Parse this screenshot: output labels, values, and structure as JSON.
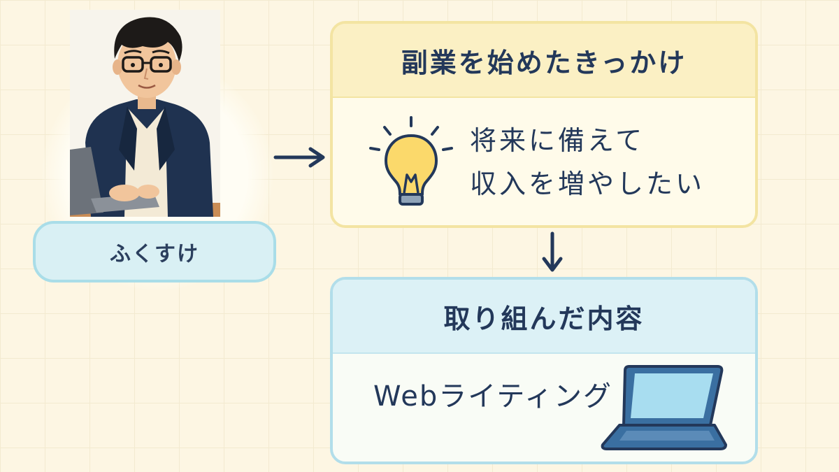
{
  "person": {
    "name": "ふくすけ"
  },
  "motivation_card": {
    "title": "副業を始めたきっかけ",
    "lines": [
      "将来に備えて",
      "収入を増やしたい"
    ]
  },
  "activity_card": {
    "title": "取り組んだ内容",
    "text": "Webライティング"
  },
  "colors": {
    "background": "#fdf6e3",
    "yellow_card_border": "#f3e4a2",
    "yellow_card_header": "#fbf0c4",
    "blue_card_border": "#b2deea",
    "blue_card_header": "#dcf1f6",
    "name_pill": "#d9f0f4",
    "text": "#23385a"
  },
  "icons": [
    "person-illustration",
    "arrow-right-icon",
    "arrow-down-icon",
    "lightbulb-icon",
    "laptop-icon"
  ]
}
